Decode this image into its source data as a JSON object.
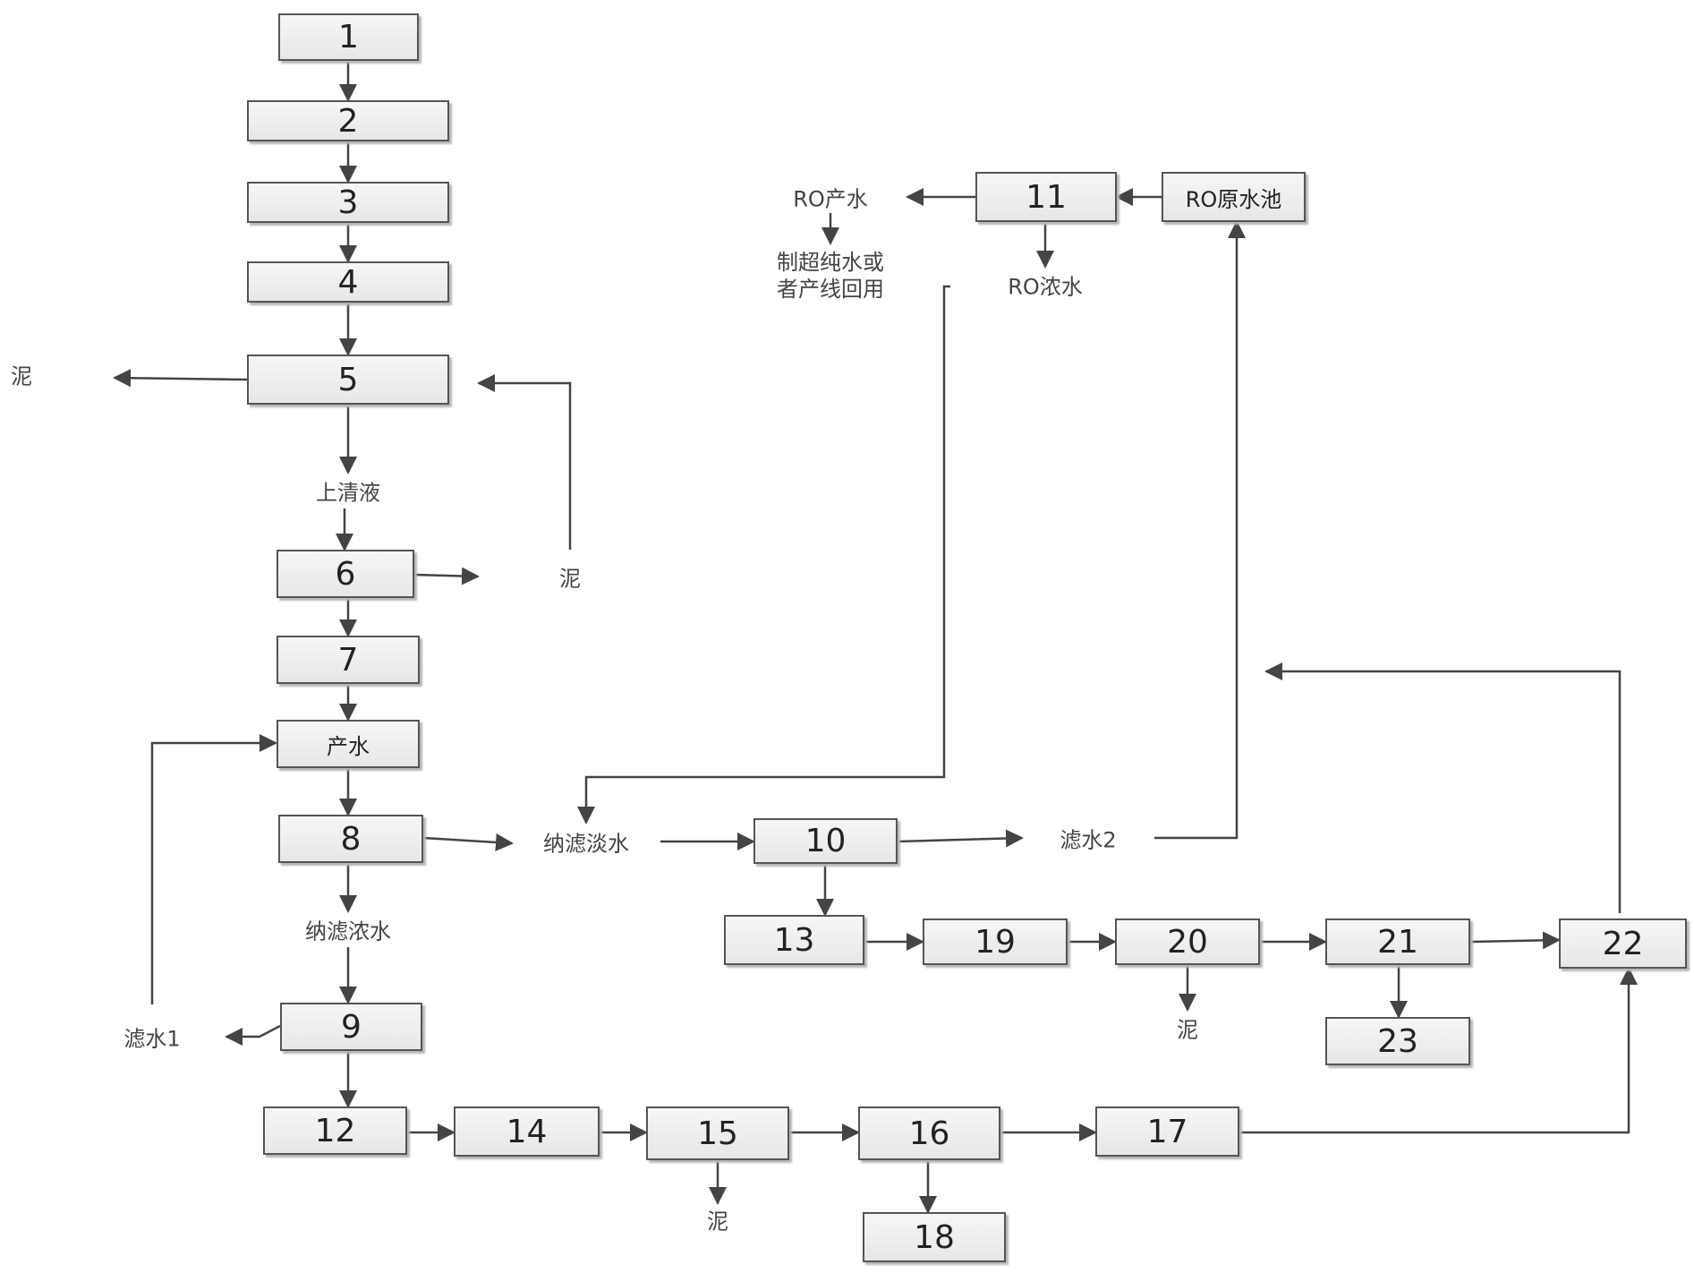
{
  "colors": {
    "line": "#444444",
    "box_border": "#555555",
    "box_fill": "#eeeeee"
  },
  "boxes": {
    "b1": "1",
    "b2": "2",
    "b3": "3",
    "b4": "4",
    "b5": "5",
    "b6": "6",
    "b7": "7",
    "product_water": "产水",
    "b8": "8",
    "b9": "9",
    "b10": "10",
    "b11": "11",
    "ro_raw_tank": "RO原水池",
    "b12": "12",
    "b13": "13",
    "b14": "14",
    "b15": "15",
    "b16": "16",
    "b17": "17",
    "b18": "18",
    "b19": "19",
    "b20": "20",
    "b21": "21",
    "b22": "22",
    "b23": "23"
  },
  "labels": {
    "sludge_left": "泥",
    "supernatant": "上清液",
    "sludge_6": "泥",
    "ro_product": "RO产水",
    "ultrapure": "制超纯水或\n者产线回用",
    "ro_concentrate": "RO浓水",
    "nf_permeate": "纳滤淡水",
    "nf_concentrate": "纳滤浓水",
    "filtrate1": "滤水1",
    "filtrate2": "滤水2",
    "sludge_15": "泥",
    "sludge_20": "泥"
  }
}
